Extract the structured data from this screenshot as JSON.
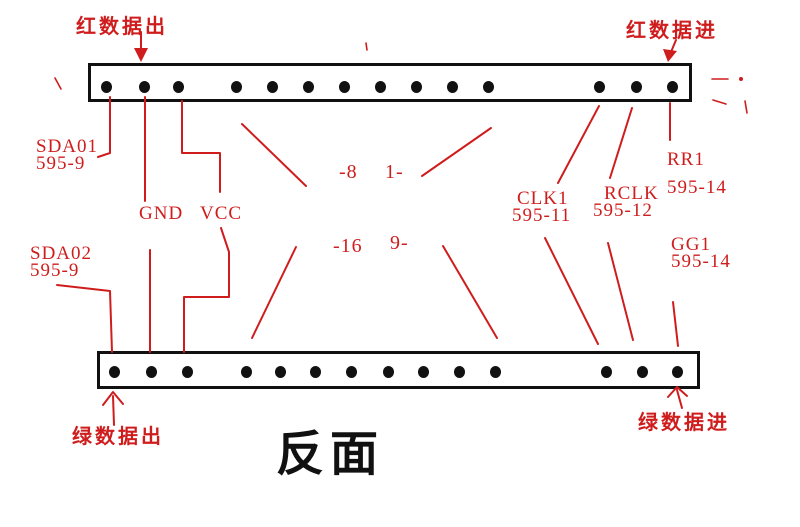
{
  "colors": {
    "red": "#cf1d1d",
    "black": "#111111"
  },
  "title": "反面",
  "labels": {
    "red_data_out": "红数据出",
    "red_data_in": "红数据进",
    "green_data_out": "绿数据出",
    "green_data_in": "绿数据进",
    "sda01": {
      "line1": "SDA01",
      "line2": "595-9"
    },
    "sda02": {
      "line1": "SDA02",
      "line2": "595-9"
    },
    "gnd": "GND",
    "vcc": "VCC",
    "clk1": {
      "line1": "CLK1",
      "line2": "595-11"
    },
    "rclk": {
      "line1": "RCLK",
      "line2": "595-12"
    },
    "rr1": {
      "line1": "RR1",
      "line2": "595-14"
    },
    "gg1": {
      "line1": "GG1",
      "line2": "595-14"
    },
    "pin8": "-8",
    "pin1": "1-",
    "pin16": "-16",
    "pin9": "9-"
  },
  "connectors": {
    "top": {
      "pin_count": 14
    },
    "bottom": {
      "pin_count": 14
    }
  }
}
